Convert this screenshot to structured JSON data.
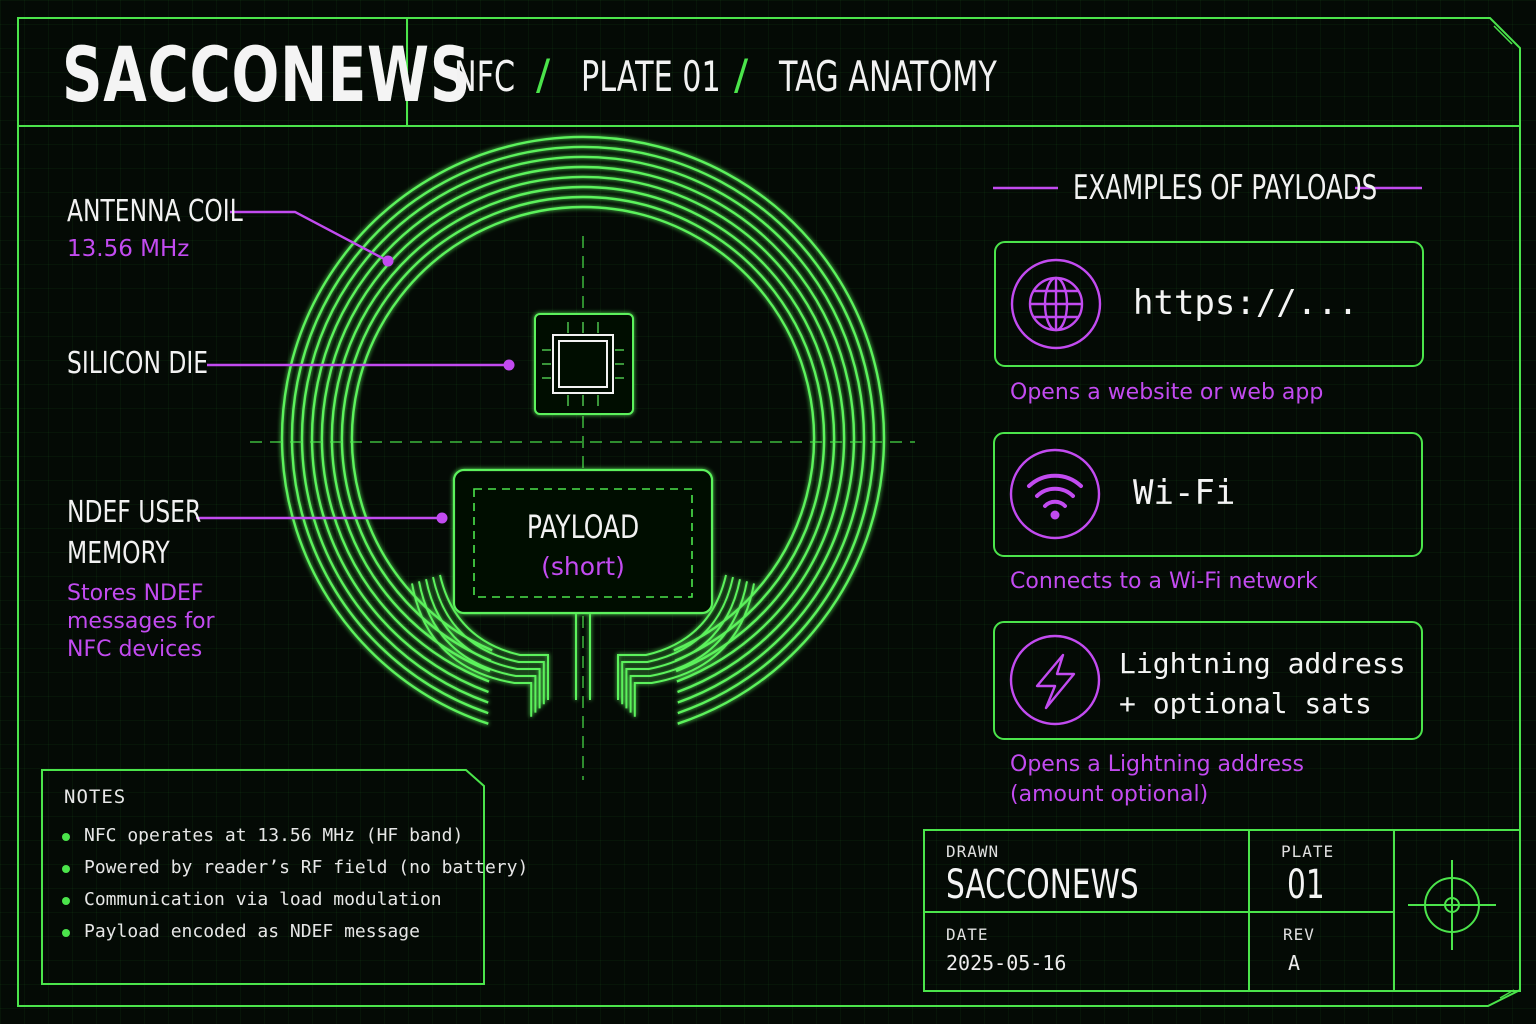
{
  "header": {
    "brand": "SACCONEWS",
    "breadcrumb": [
      "NFC",
      "PLATE 01",
      "TAG ANATOMY"
    ],
    "separator": "/"
  },
  "diagram": {
    "antenna_label": "ANTENNA COIL",
    "antenna_freq": "13.56 MHz",
    "die_label": "SILICON DIE",
    "memory_label_line1": "NDEF USER",
    "memory_label_line2": "MEMORY",
    "memory_desc": [
      "Stores NDEF",
      "messages for",
      "NFC devices"
    ],
    "payload_title": "PAYLOAD",
    "payload_sub": "(short)"
  },
  "examples": {
    "heading": "EXAMPLES OF PAYLOADS",
    "items": [
      {
        "icon": "globe-icon",
        "title": [
          "https://..."
        ],
        "desc": [
          "Opens a website or web app"
        ]
      },
      {
        "icon": "wifi-icon",
        "title": [
          "Wi-Fi"
        ],
        "desc": [
          "Connects to a Wi-Fi network"
        ]
      },
      {
        "icon": "lightning-icon",
        "title": [
          "Lightning address",
          "+ optional sats"
        ],
        "desc": [
          "Opens a Lightning address",
          "(amount optional)"
        ]
      }
    ]
  },
  "notes": {
    "title": "NOTES",
    "items": [
      "NFC operates at 13.56 MHz (HF band)",
      "Powered by reader’s RF field (no battery)",
      "Communication via load modulation",
      "Payload encoded as NDEF message"
    ]
  },
  "title_block": {
    "drawn_label": "DRAWN",
    "drawn_value": "SACCONEWS",
    "plate_label": "PLATE",
    "plate_value": "01",
    "date_label": "DATE",
    "date_value": "2025-05-16",
    "rev_label": "REV",
    "rev_value": "A"
  },
  "colors": {
    "green": "#4be44b",
    "purple": "#c24bf0",
    "background": "#040a05",
    "text": "#f2f2f2"
  }
}
